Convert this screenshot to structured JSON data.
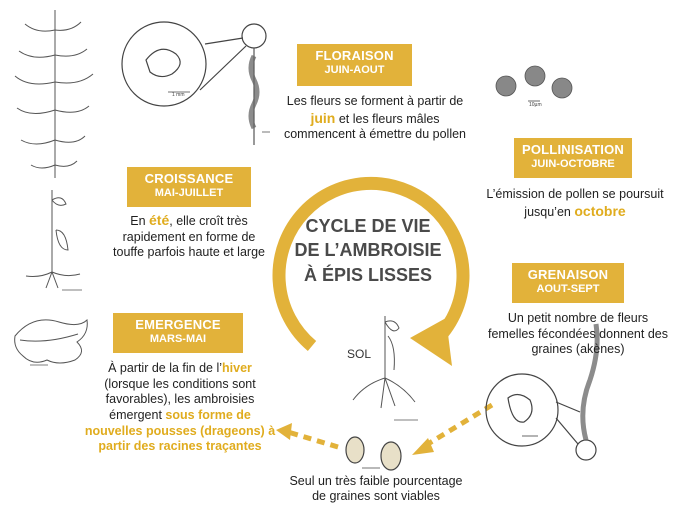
{
  "center_title": [
    "CYCLE DE VIE",
    "DE L’AMBROISIE",
    "À ÉPIS LISSES"
  ],
  "sol_label": "SOL",
  "stages": {
    "floraison": {
      "title": "FLORAISON",
      "period": "JUIN-AOUT",
      "desc": {
        "a": "Les fleurs se forment à partir de",
        "b_hl": "juin",
        "c": "et les fleurs mâles",
        "d": "commencent à émettre du pollen"
      }
    },
    "pollinisation": {
      "title": "POLLINISATION",
      "period": "JUIN-OCTOBRE",
      "desc": {
        "a": "L’émission de pollen se poursuit",
        "b": "jusqu’en",
        "c_hl": "octobre"
      }
    },
    "croissance": {
      "title": "CROISSANCE",
      "period": "MAI-JUILLET",
      "desc": {
        "a": "En",
        "b_hl": "été",
        "c": ", elle croît très",
        "d": "rapidement en forme de",
        "e": "touffe parfois haute et large"
      }
    },
    "grenaison": {
      "title": "GRENAISON",
      "period": "AOUT-SEPT",
      "desc": {
        "a": "Un petit nombre de fleurs",
        "b": "femelles fécondées donnent des",
        "c": "graines (akènes)"
      }
    },
    "emergence": {
      "title": "EMERGENCE",
      "period": "MARS-MAI",
      "desc": {
        "a": "À partir de la fin de l’",
        "b_hl": "hiver",
        "c": "(lorsque les conditions sont",
        "d": "favorables), les ambroisies",
        "e": "émergent",
        "f_hl": "sous forme de",
        "g_hl": "nouvelles pousses (drageons)",
        "h_hl": "partir des racines traçantes",
        "i": "à"
      }
    }
  },
  "seeds_caption": [
    "Seul un très faible pourcentage",
    "de graines sont viables"
  ],
  "scale_labels": {
    "one_mm": "1 mm",
    "ten_um": "10µm"
  },
  "colors": {
    "accent": "#e2b23a",
    "highlight": "#e0ac1e",
    "text": "#1f1f1f"
  },
  "icons": [
    "cycle-arrow",
    "plant-illustration",
    "pollen-grain-icon",
    "seed-icon",
    "dashed-arrow"
  ]
}
